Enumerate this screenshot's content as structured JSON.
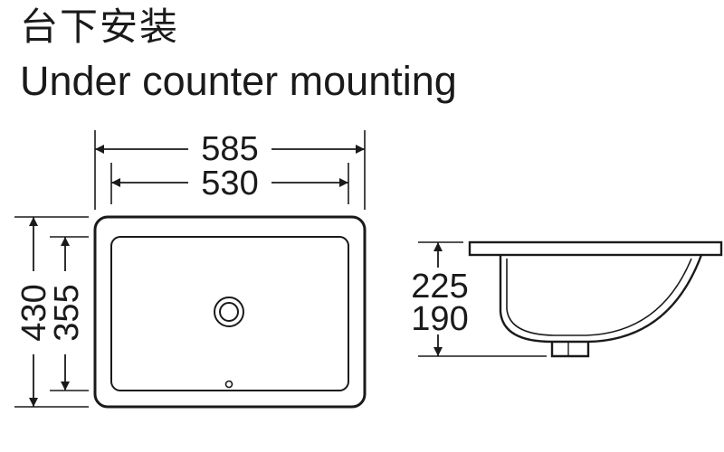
{
  "title": {
    "chinese": "台下安装",
    "english": "Under counter mounting"
  },
  "dimensions": {
    "outer_width": "585",
    "inner_width": "530",
    "outer_depth": "430",
    "inner_depth": "355",
    "outer_height": "225",
    "inner_height": "190"
  },
  "colors": {
    "line": "#1a1a1a",
    "background": "#ffffff"
  }
}
